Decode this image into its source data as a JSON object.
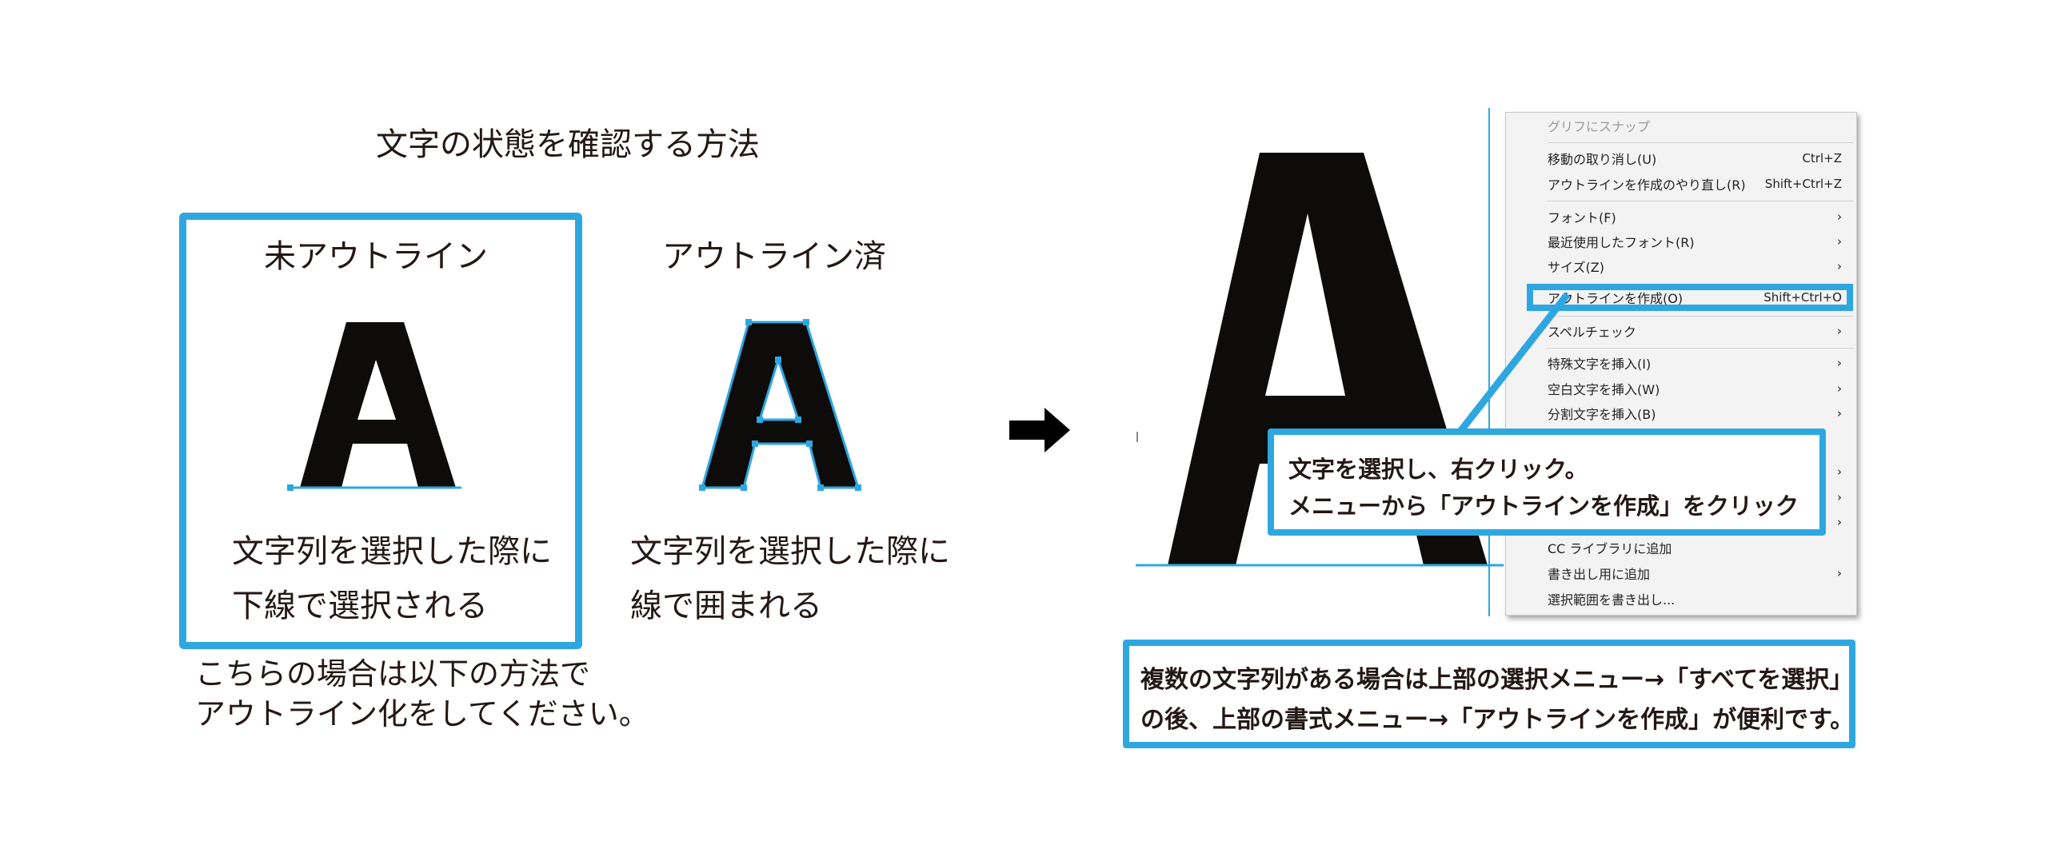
{
  "title": "文字の状態を確認する方法",
  "not_outlined": {
    "heading": "未アウトライン",
    "letter": "A",
    "desc_line1": "文字列を選択した際に",
    "desc_line2": "下線で選択される"
  },
  "outlined": {
    "heading": "アウトライン済",
    "letter": "A",
    "desc_line1": "文字列を選択した際に",
    "desc_line2": "線で囲まれる"
  },
  "note": {
    "line1": "こちらの場合は以下の方法で",
    "line2": "アウトライン化をしてください。"
  },
  "screenshot": {
    "letter": "A",
    "menu_items": [
      {
        "label": "グリフにスナップ",
        "shortcut": "",
        "disabled": true
      },
      {
        "label": "移動の取り消し(U)",
        "shortcut": "Ctrl+Z"
      },
      {
        "label": "アウトラインを作成のやり直し(R)",
        "shortcut": "Shift+Ctrl+Z"
      },
      {
        "label": "フォント(F)",
        "shortcut": "›"
      },
      {
        "label": "最近使用したフォント(R)",
        "shortcut": "›"
      },
      {
        "label": "サイズ(Z)",
        "shortcut": "›"
      },
      {
        "label": "アウトラインを作成(O)",
        "shortcut": "Shift+Ctrl+O"
      },
      {
        "label": "スペルチェック",
        "shortcut": "›"
      },
      {
        "label": "特殊文字を挿入(I)",
        "shortcut": "›"
      },
      {
        "label": "空白文字を挿入(W)",
        "shortcut": "›"
      },
      {
        "label": "分割文字を挿入(B)",
        "shortcut": "›"
      },
      {
        "label": "CC ライブラリに追加",
        "shortcut": ""
      },
      {
        "label": "書き出し用に追加",
        "shortcut": "›"
      },
      {
        "label": "選択範囲を書き出し...",
        "shortcut": ""
      }
    ],
    "hidden_arrows": [
      "›",
      "›",
      "›"
    ]
  },
  "callout": {
    "line1": "文字を選択し、右クリック。",
    "line2": "メニューから「アウトラインを作成」をクリック"
  },
  "bottom_note": {
    "line1": "複数の文字列がある場合は上部の選択メニュー→「すべてを選択」",
    "line2": "の後、上部の書式メニュー→「アウトラインを作成」が便利です。"
  },
  "colors": {
    "accent": "#2ea7e0",
    "text": "#231815",
    "glyph": "#0e0b0b"
  }
}
